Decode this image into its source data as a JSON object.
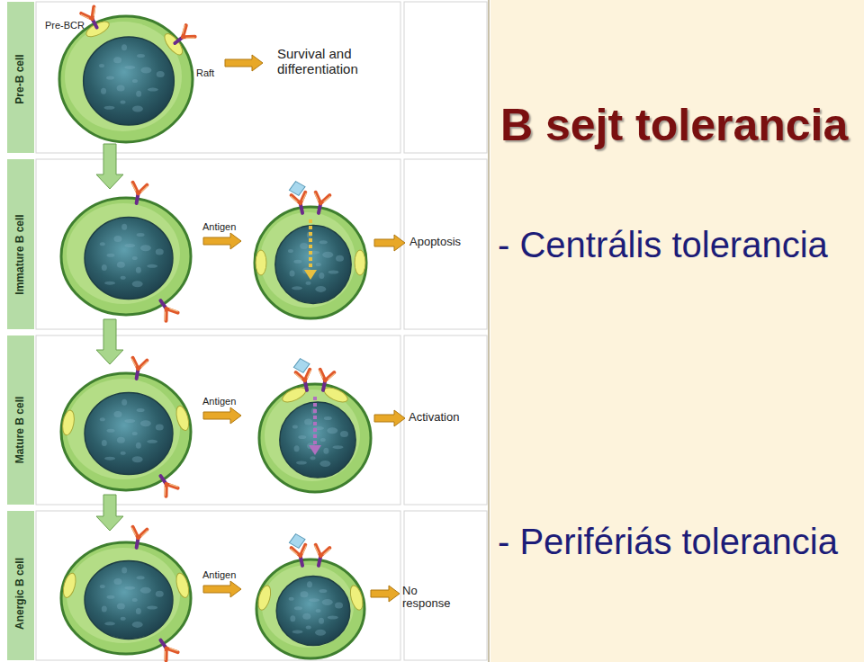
{
  "diagram": {
    "title": "B sejt tolerancia",
    "nodes": [
      {
        "text": [
          "Pre-B cell"
        ]
      },
      {
        "text": [
          "Immature B cell"
        ]
      },
      {
        "text": [
          "Mature B cell"
        ]
      },
      {
        "text": [
          "Anergic B cell"
        ]
      }
    ],
    "edges": [
      {
        "from": 0,
        "to": 1,
        "arrow": "to"
      },
      {
        "from": 1,
        "to": 2,
        "arrow": "to"
      },
      {
        "from": 2,
        "to": 3,
        "arrow": "to"
      }
    ],
    "labels": [
      "Pre-BCR",
      "Raft",
      "Survival and differentiation",
      "Antigen",
      "Apoptosis",
      "Antigen",
      "Activation",
      "Antigen",
      "No response",
      "- Centrális tolerancia",
      "- Perifériás tolerancia"
    ]
  }
}
